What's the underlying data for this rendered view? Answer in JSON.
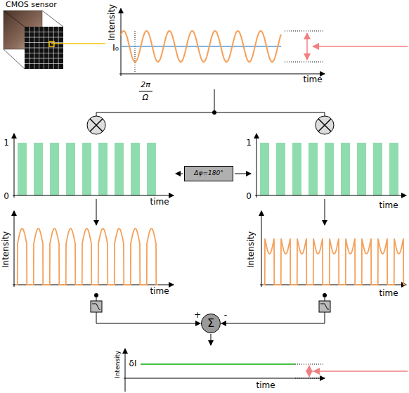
{
  "diagram": {
    "nodes": [
      {
        "text": [
          "Δφ=180°"
        ]
      },
      {
        "text": [
          "Σ"
        ]
      }
    ],
    "labels": [
      "CMOS sensor",
      "Intensity",
      "I₀",
      "2π",
      "Ω",
      "time",
      "1",
      "0",
      "time",
      "1",
      "0",
      "time",
      "Intensity",
      "time",
      "Intensity",
      "time",
      "+",
      "-",
      "Intensity",
      "δI",
      "time"
    ]
  }
}
